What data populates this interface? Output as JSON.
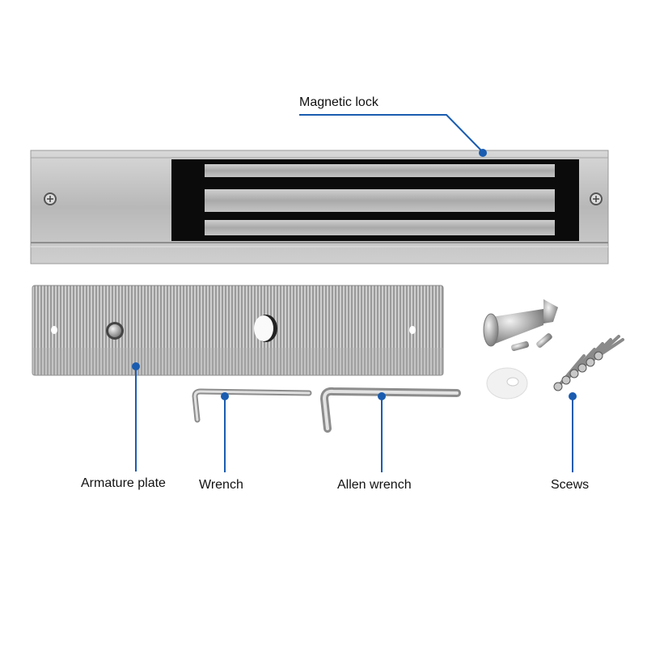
{
  "labels": {
    "magnetic_lock": "Magnetic lock",
    "armature_plate": "Armature plate",
    "wrench": "Wrench",
    "allen_wrench": "Allen wrench",
    "screws": "Scews"
  },
  "colors": {
    "callout": "#1a5cb0",
    "metal": "#bdbdbd",
    "core": "#0b0b0b"
  }
}
